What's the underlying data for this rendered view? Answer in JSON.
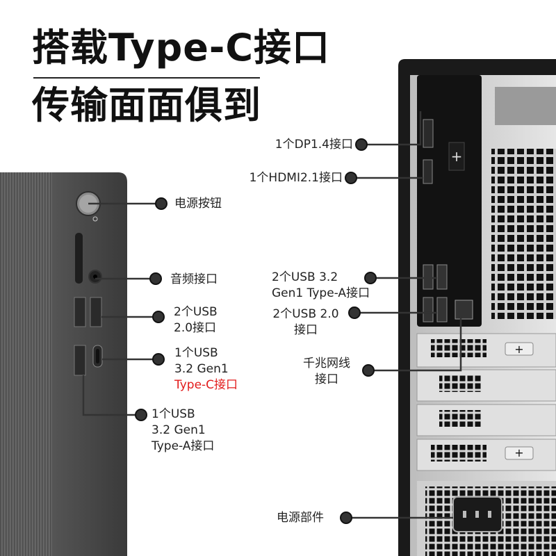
{
  "headline": {
    "line1": "搭载Type-C接口",
    "line2": "传输面面俱到"
  },
  "front_callouts": {
    "power_button": "电源按钮",
    "audio": "音频接口",
    "usb20": {
      "l1": "2个USB",
      "l2": "2.0接口"
    },
    "usb_c": {
      "l1": "1个USB",
      "l2": "3.2 Gen1",
      "l3": "Type-C接口"
    },
    "usb_a": {
      "l1": "1个USB",
      "l2": "3.2 Gen1",
      "l3": "Type-A接口"
    }
  },
  "rear_callouts": {
    "dp": "1个DP1.4接口",
    "hdmi": "1个HDMI2.1接口",
    "usb32": {
      "l1": "2个USB 3.2",
      "l2": "Gen1 Type-A接口"
    },
    "usb20": {
      "l1": "2个USB 2.0",
      "l2": "接口"
    },
    "lan": {
      "l1": "千兆网线",
      "l2": "接口"
    },
    "psu": "电源部件"
  },
  "colors": {
    "highlight": "#e21b1b",
    "chassis_front": "#4a4a4a",
    "chassis_rear": "#1a1a1a"
  }
}
